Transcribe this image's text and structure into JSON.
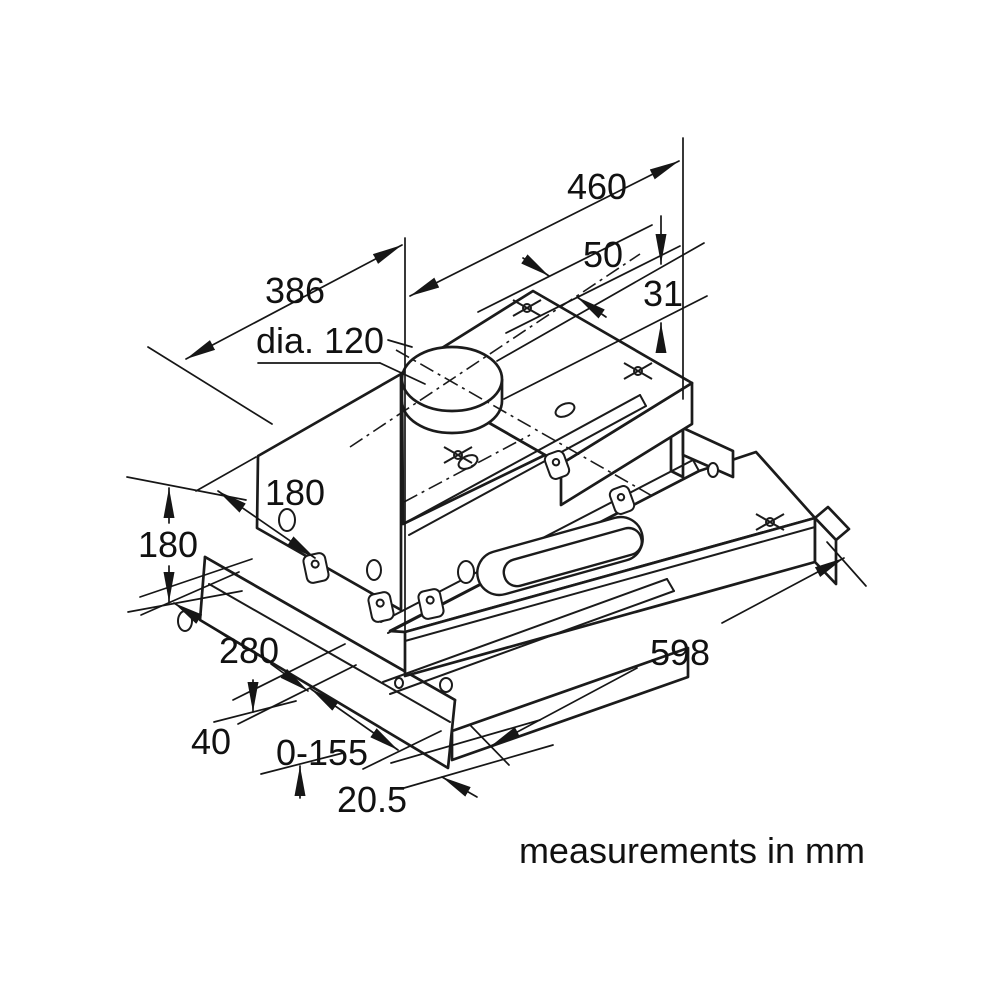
{
  "diagram": {
    "subject": "telescopic cooker hood installation drawing",
    "caption": "measurements in mm",
    "colors": {
      "line": "#1b1b1b",
      "dimension": "#161616",
      "background": "#ffffff"
    },
    "dims": {
      "overall_depth": "460",
      "duct_offset": "50",
      "duct_collar_height": "31",
      "top_section_depth": "386",
      "duct_diameter": "dia. 120",
      "chassis_height": "180",
      "body_height": "180",
      "body_depth": "280",
      "visor_front_height": "40",
      "pullout_extension": "0-155",
      "visor_overhang": "20.5",
      "body_width": "598"
    }
  }
}
